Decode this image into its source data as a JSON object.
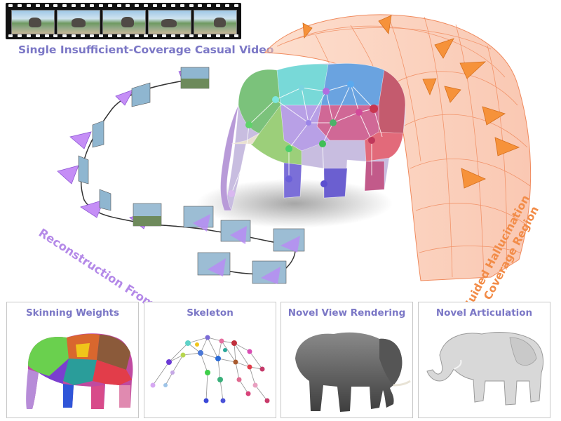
{
  "top": {
    "video_caption": "Single Insufficient-Coverage Casual Video",
    "reconstruction_label": "Reconstruction From Video",
    "diffusion_label_line1": "Diffusion-Guided Hallucination",
    "diffusion_label_line2": "For Low/No Coverage Region"
  },
  "panels": [
    {
      "title": "Skinning Weights"
    },
    {
      "title": "Skeleton"
    },
    {
      "title": "Novel View Rendering"
    },
    {
      "title": "Novel Articulation"
    }
  ],
  "colors": {
    "caption_purple": "#7b77c6",
    "recon_purple": "#b489e8",
    "diffusion_orange": "#f28c48",
    "camera_purple": "#b57bf0",
    "camera_orange": "#f6923a",
    "dome_orange": "#f9b08a"
  },
  "icons": {
    "camera": "camera-frustum-icon",
    "frame": "video-frame-icon"
  }
}
